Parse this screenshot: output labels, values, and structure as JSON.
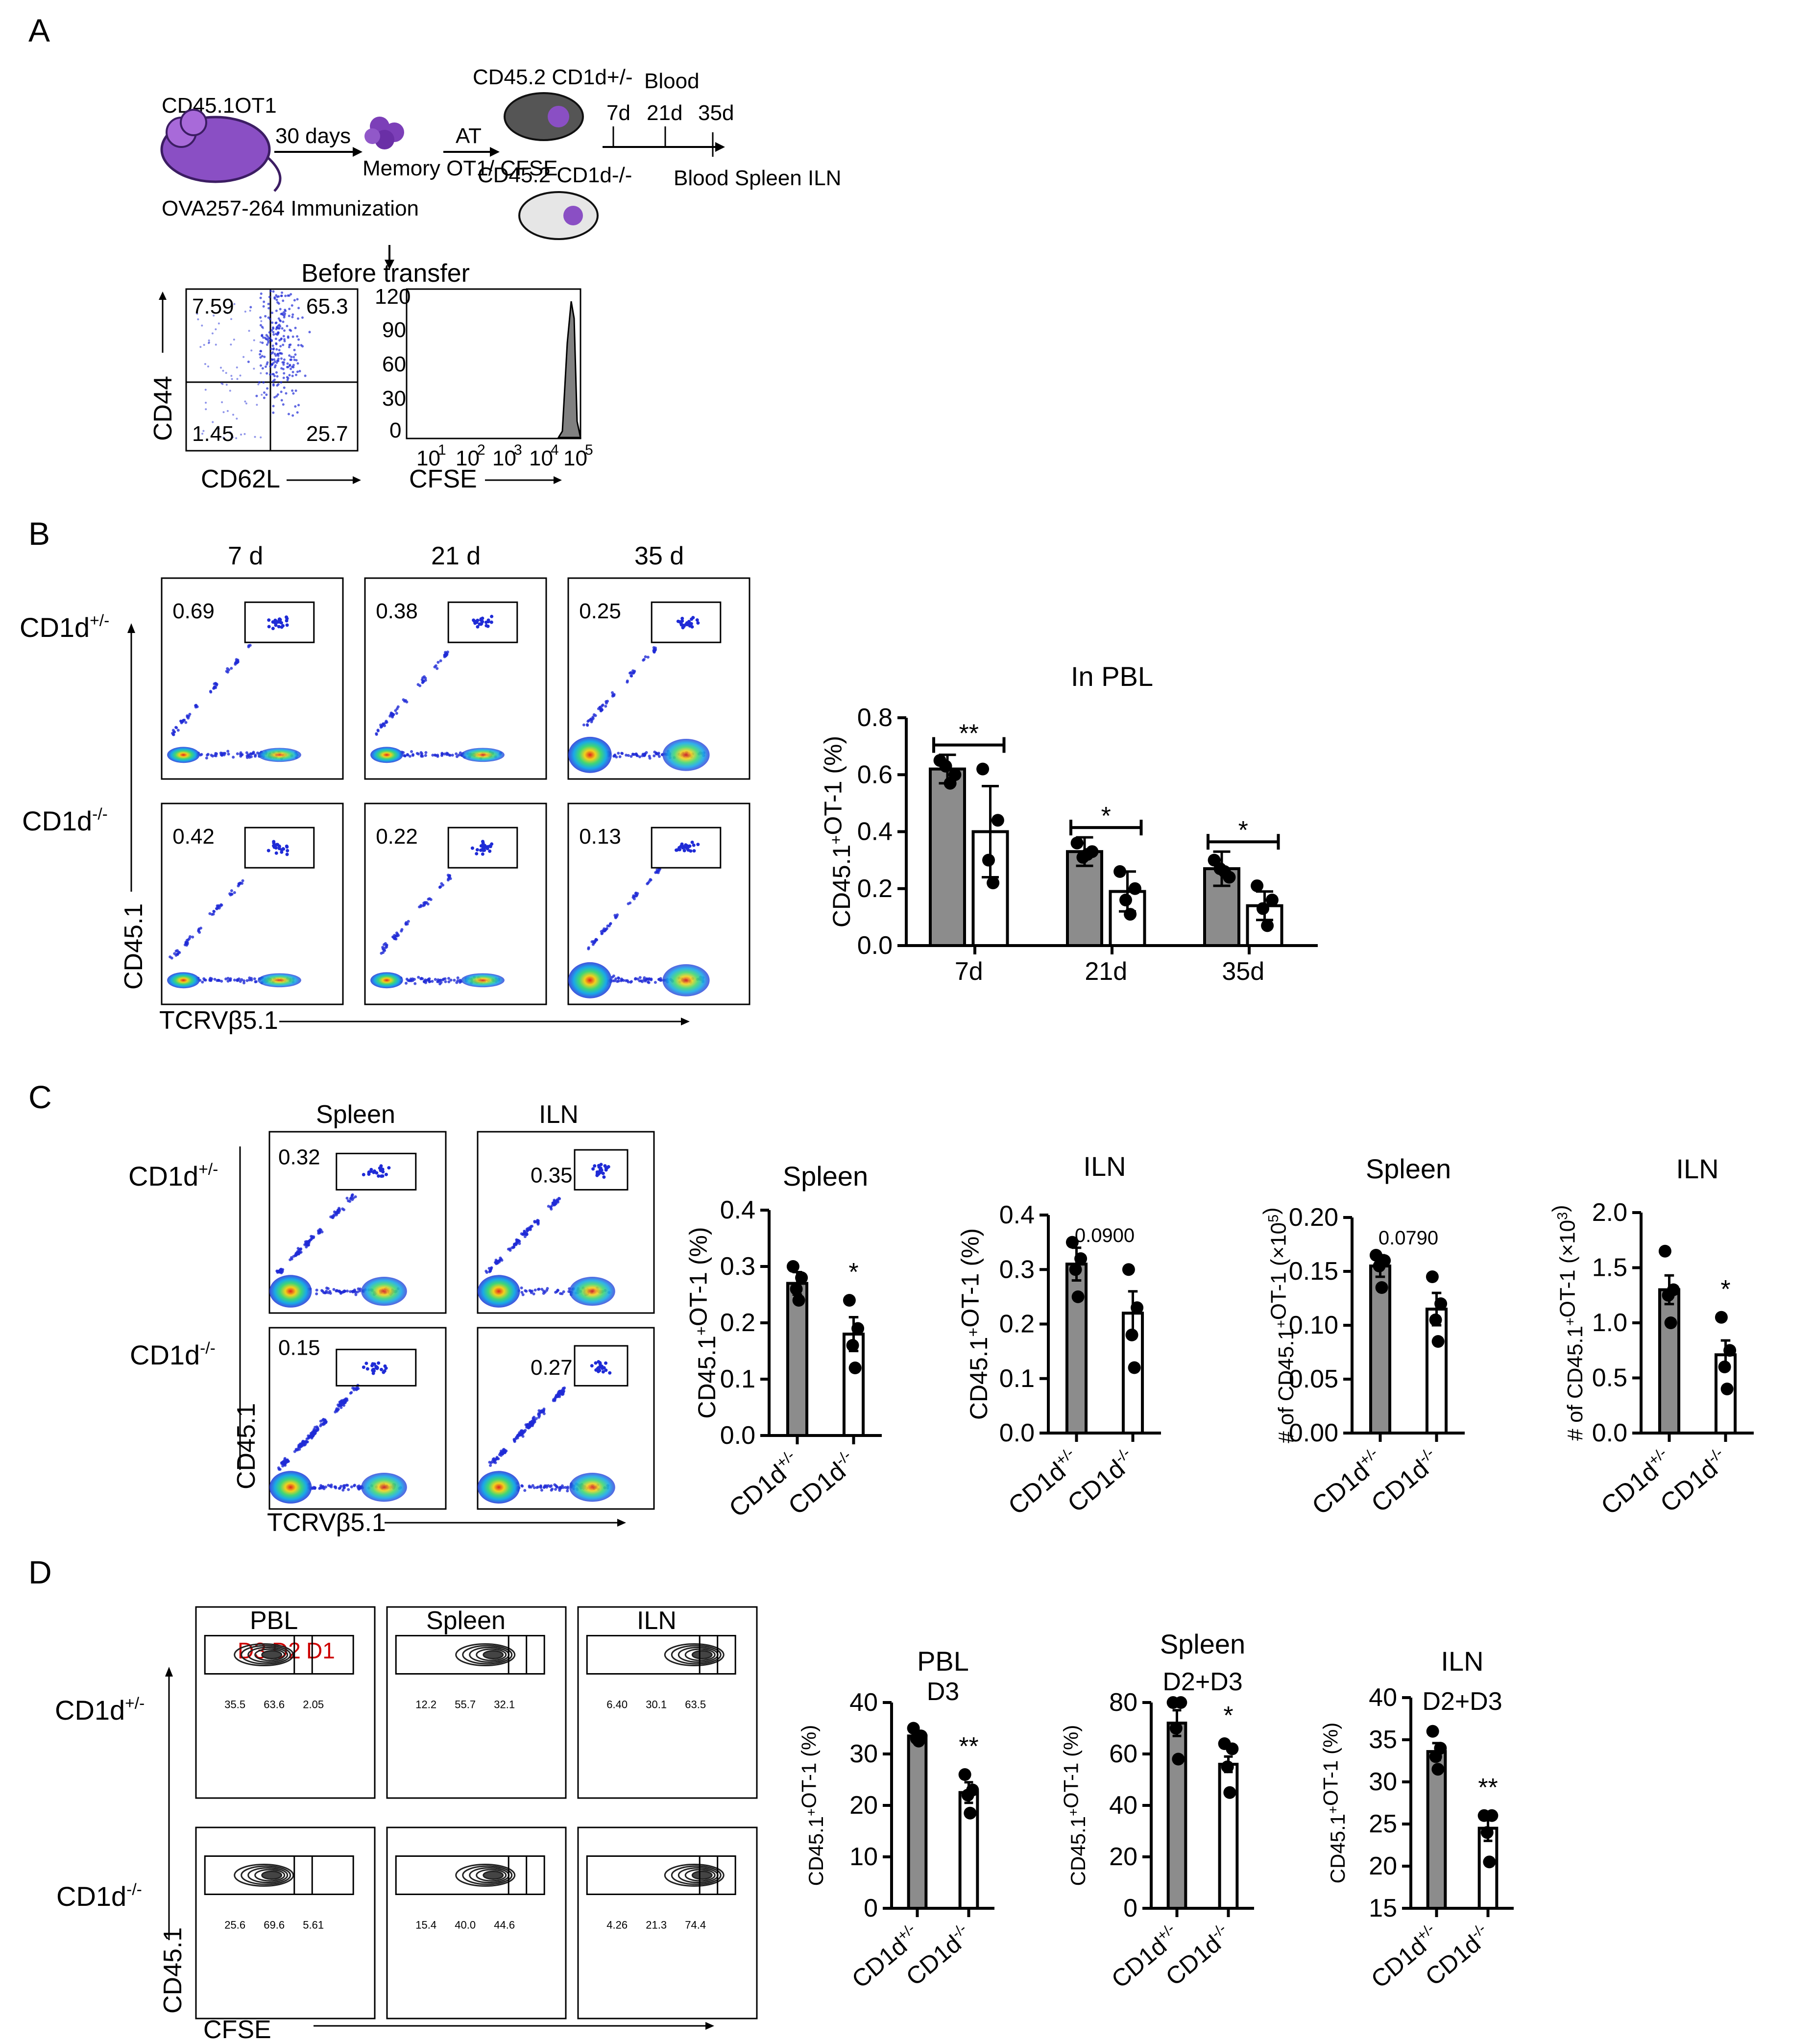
{
  "panels": {
    "A": "A",
    "B": "B",
    "C": "C",
    "D": "D"
  },
  "groups": {
    "het": "CD1d+/-",
    "ko": "CD1d-/-"
  },
  "colors": {
    "gray_bar": "#8c8c8c",
    "white_bar": "#ffffff",
    "dot_blue": "#1f2bd6",
    "dot_red": "#cc0000"
  },
  "schematic": {
    "donor": "CD45.1OT1",
    "immunization": "OVA257-264 Immunization",
    "days30": "30 days",
    "memory": "Memory OT1/ CFSE",
    "at": "AT",
    "recipient_het": "CD45.2 CD1d+/-",
    "recipient_ko": "CD45.2 CD1d-/-",
    "blood_top": "Blood",
    "timepoints": [
      "7d",
      "21d",
      "35d"
    ],
    "endpoints": "Blood Spleen ILN",
    "before_transfer": "Before transfer",
    "quadrants": [
      "7.59",
      "65.3",
      "1.45",
      "25.7"
    ],
    "cd44": "CD44",
    "cd62l": "CD62L",
    "cfse": "CFSE",
    "hist_yticks": [
      "120",
      "90",
      "60",
      "30",
      "0"
    ],
    "hist_xticks": [
      "10",
      "10",
      "10",
      "10",
      "10"
    ],
    "hist_xexp": [
      "1",
      "2",
      "3",
      "4",
      "5"
    ]
  },
  "flowB": {
    "cols": [
      "7 d",
      "21 d",
      "35 d"
    ],
    "het_vals": [
      "0.69",
      "0.38",
      "0.25"
    ],
    "ko_vals": [
      "0.42",
      "0.22",
      "0.13"
    ],
    "ylabel": "CD45.1",
    "xlabel": "TCRVβ5.1"
  },
  "flowC": {
    "cols": [
      "Spleen",
      "ILN"
    ],
    "het_vals": [
      "0.32",
      "0.35"
    ],
    "ko_vals": [
      "0.15",
      "0.27"
    ],
    "ylabel": "CD45.1",
    "xlabel": "TCRVβ5.1"
  },
  "flowD": {
    "cols": [
      "PBL",
      "Spleen",
      "ILN"
    ],
    "gates": [
      "D3",
      "D2",
      "D1"
    ],
    "het_vals": [
      [
        "35.5",
        "63.6",
        "2.05"
      ],
      [
        "12.2",
        "55.7",
        "32.1"
      ],
      [
        "6.40",
        "30.1",
        "63.5"
      ]
    ],
    "ko_vals": [
      [
        "25.6",
        "69.6",
        "5.61"
      ],
      [
        "15.4",
        "40.0",
        "44.6"
      ],
      [
        "4.26",
        "21.3",
        "74.4"
      ]
    ],
    "ylabel": "CD45.1",
    "xlabel": "CFSE"
  },
  "chart_data": [
    {
      "id": "B",
      "type": "bar",
      "title": "In PBL",
      "ylabel": "CD45.1+OT-1 (%)",
      "categories": [
        "7d",
        "21d",
        "35d"
      ],
      "ylim": [
        0,
        0.8
      ],
      "yticks": [
        "0.0",
        "0.2",
        "0.4",
        "0.6",
        "0.8"
      ],
      "series": [
        {
          "name": "CD1d+/-",
          "values": [
            0.62,
            0.33,
            0.27
          ],
          "errors": [
            0.05,
            0.05,
            0.06
          ],
          "points": [
            [
              0.65,
              0.6,
              0.63,
              0.57
            ],
            [
              0.36,
              0.33,
              0.31,
              0.32
            ],
            [
              0.3,
              0.24,
              0.27,
              0.26
            ]
          ]
        },
        {
          "name": "CD1d-/-",
          "values": [
            0.4,
            0.19,
            0.14
          ],
          "errors": [
            0.16,
            0.07,
            0.05
          ],
          "points": [
            [
              0.62,
              0.44,
              0.3,
              0.22
            ],
            [
              0.26,
              0.2,
              0.16,
              0.11
            ],
            [
              0.21,
              0.16,
              0.13,
              0.07
            ]
          ]
        }
      ],
      "significance": [
        "**",
        "*",
        "*"
      ]
    },
    {
      "id": "C1",
      "type": "bar",
      "title": "Spleen",
      "ylabel": "CD45.1+OT-1 (%)",
      "categories": [
        "CD1d+/-",
        "CD1d-/-"
      ],
      "ylim": [
        0,
        0.4
      ],
      "yticks": [
        "0.0",
        "0.1",
        "0.2",
        "0.3",
        "0.4"
      ],
      "values": [
        0.27,
        0.18
      ],
      "errors": [
        0.02,
        0.03
      ],
      "points": [
        [
          0.3,
          0.28,
          0.26,
          0.24
        ],
        [
          0.24,
          0.19,
          0.16,
          0.12
        ]
      ],
      "annotation": "*"
    },
    {
      "id": "C2",
      "type": "bar",
      "title": "ILN",
      "ylabel": "CD45.1+OT-1 (%)",
      "categories": [
        "CD1d+/-",
        "CD1d-/-"
      ],
      "ylim": [
        0,
        0.4
      ],
      "yticks": [
        "0.0",
        "0.1",
        "0.2",
        "0.3",
        "0.4"
      ],
      "values": [
        0.31,
        0.22
      ],
      "errors": [
        0.03,
        0.04
      ],
      "points": [
        [
          0.35,
          0.32,
          0.3,
          0.25
        ],
        [
          0.3,
          0.23,
          0.18,
          0.12
        ]
      ],
      "annotation": "0.0900"
    },
    {
      "id": "C3",
      "type": "bar",
      "title": "Spleen",
      "ylabel": "# of CD45.1+OT-1 (×10^5)",
      "categories": [
        "CD1d+/-",
        "CD1d-/-"
      ],
      "ylim": [
        0,
        0.2
      ],
      "yticks": [
        "0.00",
        "0.05",
        "0.10",
        "0.15",
        "0.20"
      ],
      "values": [
        0.155,
        0.115
      ],
      "errors": [
        0.01,
        0.015
      ],
      "points": [
        [
          0.165,
          0.16,
          0.155,
          0.135
        ],
        [
          0.145,
          0.12,
          0.105,
          0.085
        ]
      ],
      "annotation": "0.0790"
    },
    {
      "id": "C4",
      "type": "bar",
      "title": "ILN",
      "ylabel": "# of CD45.1+OT-1 (×10^3)",
      "categories": [
        "CD1d+/-",
        "CD1d-/-"
      ],
      "ylim": [
        0,
        2.0
      ],
      "yticks": [
        "0.0",
        "0.5",
        "1.0",
        "1.5",
        "2.0"
      ],
      "values": [
        1.3,
        0.71
      ],
      "errors": [
        0.13,
        0.13
      ],
      "points": [
        [
          1.65,
          1.3,
          1.25,
          1.0
        ],
        [
          1.05,
          0.75,
          0.6,
          0.4
        ]
      ],
      "annotation": "*"
    },
    {
      "id": "D1",
      "type": "bar",
      "title": "PBL",
      "subtitle": "D3",
      "ylabel": "CD45.1+OT-1 (%)",
      "categories": [
        "CD1d+/-",
        "CD1d-/-"
      ],
      "ylim": [
        0,
        40
      ],
      "yticks": [
        "0",
        "10",
        "20",
        "30",
        "40"
      ],
      "values": [
        33.5,
        22.5
      ],
      "errors": [
        1.0,
        2.0
      ],
      "points": [
        [
          35.0,
          33.5,
          33.0,
          32.5
        ],
        [
          26.0,
          23.0,
          22.0,
          18.5
        ]
      ],
      "annotation": "**"
    },
    {
      "id": "D2",
      "type": "bar",
      "title": "Spleen",
      "subtitle": "D2+D3",
      "ylabel": "CD45.1+OT-1 (%)",
      "categories": [
        "CD1d+/-",
        "CD1d-/-"
      ],
      "ylim": [
        0,
        80
      ],
      "yticks": [
        "0",
        "20",
        "40",
        "60",
        "80"
      ],
      "values": [
        72,
        56
      ],
      "errors": [
        5,
        3
      ],
      "points": [
        [
          80,
          80,
          70,
          58
        ],
        [
          64,
          62,
          55,
          45
        ]
      ],
      "annotation": "*"
    },
    {
      "id": "D3",
      "type": "bar",
      "title": "ILN",
      "subtitle": "D2+D3",
      "ylabel": "CD45.1+OT-1 (%)",
      "categories": [
        "CD1d+/-",
        "CD1d-/-"
      ],
      "ylim": [
        15,
        40
      ],
      "yticks": [
        "15",
        "20",
        "25",
        "30",
        "35",
        "40"
      ],
      "values": [
        33.6,
        24.5
      ],
      "errors": [
        1.0,
        1.5
      ],
      "points": [
        [
          36.0,
          34.0,
          33.0,
          31.5
        ],
        [
          26.0,
          26.0,
          24.0,
          20.5
        ]
      ],
      "annotation": "**"
    }
  ]
}
